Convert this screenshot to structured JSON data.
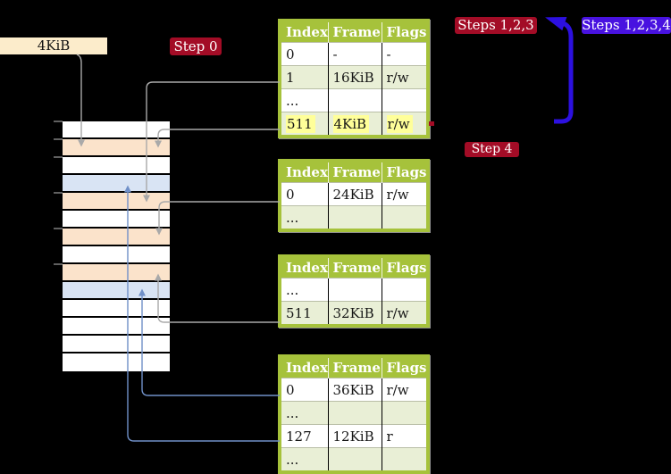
{
  "frame_size_label": "4KiB",
  "badges": {
    "step0": "Step 0",
    "steps123": "Steps 1,2,3",
    "steps1234": "Steps 1,2,3,4",
    "step4": "Step 4"
  },
  "tables": [
    {
      "headers": [
        "Index",
        "Frame",
        "Flags"
      ],
      "rows": [
        {
          "cells": [
            "0",
            "-",
            "-"
          ],
          "highlight": false
        },
        {
          "cells": [
            "1",
            "16KiB",
            "r/w"
          ],
          "highlight": false
        },
        {
          "cells": [
            "...",
            "",
            ""
          ],
          "highlight": false
        },
        {
          "cells": [
            "511",
            "4KiB",
            "r/w"
          ],
          "highlight": true
        }
      ]
    },
    {
      "headers": [
        "Index",
        "Frame",
        "Flags"
      ],
      "rows": [
        {
          "cells": [
            "0",
            "24KiB",
            "r/w"
          ],
          "highlight": false
        },
        {
          "cells": [
            "...",
            "",
            ""
          ],
          "highlight": false
        }
      ]
    },
    {
      "headers": [
        "Index",
        "Frame",
        "Flags"
      ],
      "rows": [
        {
          "cells": [
            "...",
            "",
            ""
          ],
          "highlight": false
        },
        {
          "cells": [
            "511",
            "32KiB",
            "r/w"
          ],
          "highlight": false
        }
      ]
    },
    {
      "headers": [
        "Index",
        "Frame",
        "Flags"
      ],
      "rows": [
        {
          "cells": [
            "0",
            "36KiB",
            "r/w"
          ],
          "highlight": false
        },
        {
          "cells": [
            "...",
            "",
            ""
          ],
          "highlight": false
        },
        {
          "cells": [
            "127",
            "12KiB",
            "r"
          ],
          "highlight": false
        },
        {
          "cells": [
            "...",
            "",
            ""
          ],
          "highlight": false
        }
      ]
    }
  ],
  "memory_column": {
    "rows": [
      "white",
      "orange",
      "white",
      "blue",
      "orange",
      "white",
      "orange",
      "white",
      "orange",
      "blue",
      "white",
      "white",
      "white",
      "white"
    ]
  },
  "colors": {
    "header-green": "#a6c23b",
    "row-green": "#e9efd6",
    "highlight-yellow": "#ffff99",
    "badge-red": "#a30c26",
    "badge-blue": "#4812e0",
    "arrow-blue": "#2c10e0",
    "connector-gray": "#a9a9a9",
    "connector-blue": "#7090c8",
    "frame-orange": "#fbe3cb",
    "frame-blue": "#d9e4f4",
    "label-wheat": "#fceccb",
    "tick-gray": "#808080"
  }
}
